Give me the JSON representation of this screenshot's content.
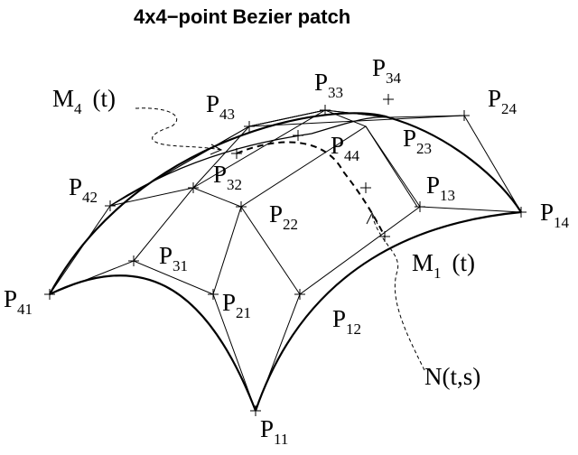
{
  "title": "4x4−point Bezier patch",
  "points": {
    "P11": {
      "base": "P",
      "sub": "11"
    },
    "P12": {
      "base": "P",
      "sub": "12"
    },
    "P13": {
      "base": "P",
      "sub": "13"
    },
    "P14": {
      "base": "P",
      "sub": "14"
    },
    "P21": {
      "base": "P",
      "sub": "21"
    },
    "P22": {
      "base": "P",
      "sub": "22"
    },
    "P23": {
      "base": "P",
      "sub": "23"
    },
    "P24": {
      "base": "P",
      "sub": "24"
    },
    "P31": {
      "base": "P",
      "sub": "31"
    },
    "P32": {
      "base": "P",
      "sub": "32"
    },
    "P33": {
      "base": "P",
      "sub": "33"
    },
    "P34": {
      "base": "P",
      "sub": "34"
    },
    "P41": {
      "base": "P",
      "sub": "41"
    },
    "P42": {
      "base": "P",
      "sub": "42"
    },
    "P43": {
      "base": "P",
      "sub": "43"
    },
    "P44": {
      "base": "P",
      "sub": "44"
    }
  },
  "curves": {
    "M4": {
      "base": "M",
      "sub": "4",
      "arg": "(t)"
    },
    "M1": {
      "base": "M",
      "sub": "1",
      "arg": "(t)"
    },
    "N": {
      "label": "N(t,s)"
    }
  }
}
